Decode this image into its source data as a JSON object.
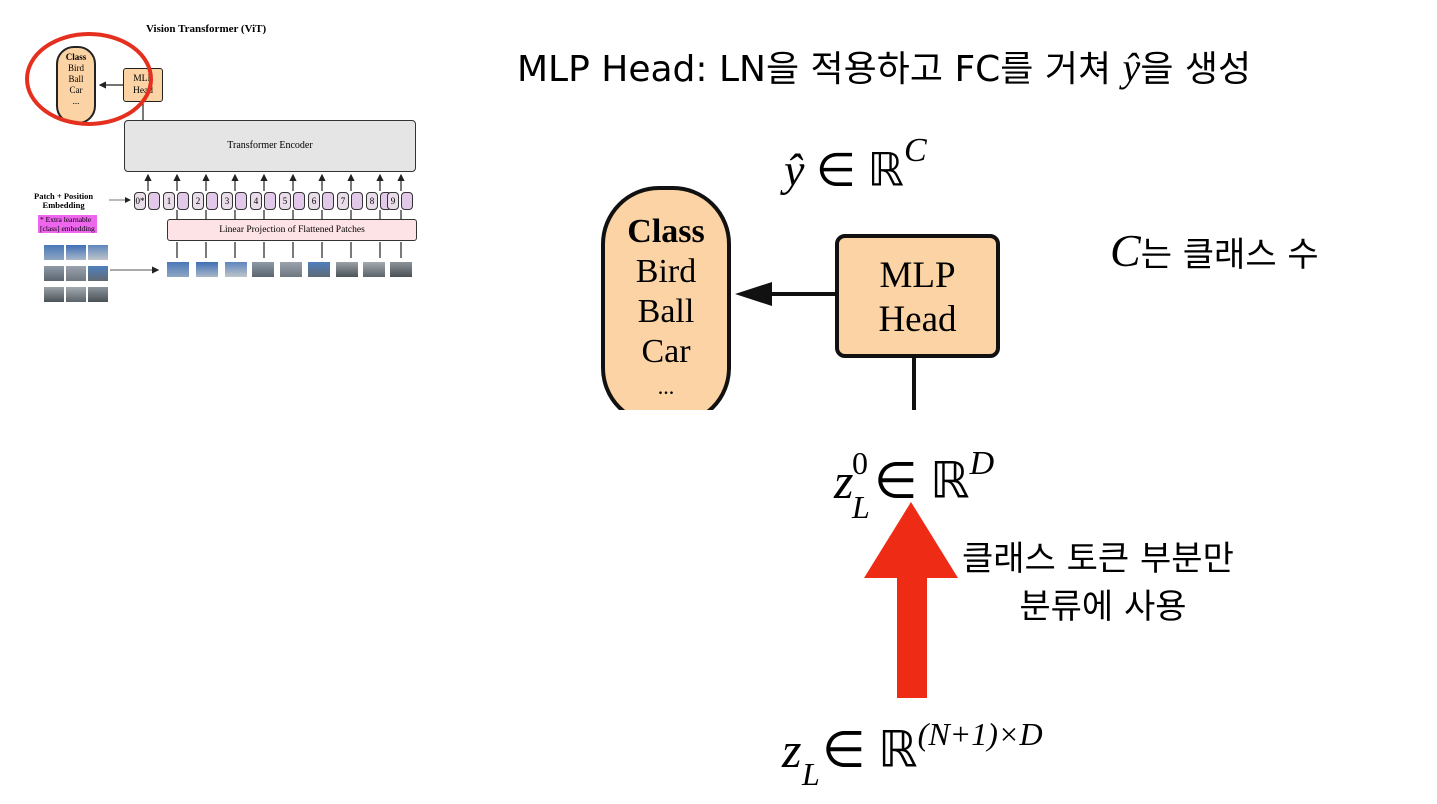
{
  "thumbnail": {
    "title": "Vision Transformer (ViT)",
    "class_box": {
      "title": "Class",
      "items": [
        "Bird",
        "Ball",
        "Car",
        "..."
      ]
    },
    "mlp_head": [
      "MLP",
      "Head"
    ],
    "encoder": "Transformer Encoder",
    "patch_position": [
      "Patch + Position",
      "Embedding"
    ],
    "extra_learnable": [
      "* Extra learnable",
      "[class] embedding"
    ],
    "linear_projection": "Linear Projection of Flattened Patches",
    "tokens": [
      "0*",
      "1",
      "2",
      "3",
      "4",
      "5",
      "6",
      "7",
      "8",
      "9"
    ],
    "highlight_color": "#e53020"
  },
  "heading": {
    "prefix": "MLP Head: LN을 적용하고 FC를 거쳐 ",
    "symbol": "ŷ",
    "suffix": "을 생성"
  },
  "output_label": {
    "base": "ŷ",
    "rel": "∈ ℝ",
    "sup": "C"
  },
  "class_box": {
    "title": "Class",
    "items": [
      "Bird",
      "Ball",
      "Car",
      "..."
    ]
  },
  "mlp_head": [
    "MLP",
    "Head"
  ],
  "c_note": {
    "var": "C",
    "text": "는 클래스 수"
  },
  "cls_token_label": {
    "base": "z",
    "sub": "L",
    "sup": "0",
    "rel": "∈ ℝ",
    "rsup": "D"
  },
  "arrow_note": [
    "클래스 토큰 부분만",
    "분류에 사용"
  ],
  "input_label": {
    "base": "z",
    "sub": "L",
    "rel": "∈ ℝ",
    "rsup": "(N+1)×D"
  },
  "colors": {
    "box_fill": "#fbd3a4",
    "arrow": "#ee2b14",
    "encoder_fill": "#e5e5e5",
    "projection_fill": "#fde3e6"
  }
}
